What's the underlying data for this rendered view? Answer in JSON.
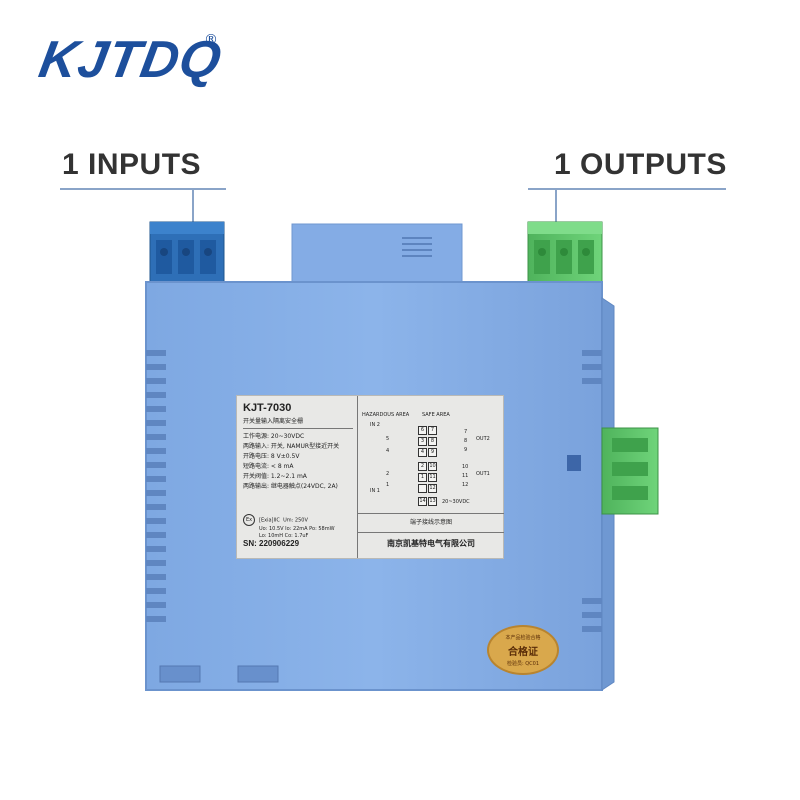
{
  "brand": {
    "logo_text": "KJTDQ",
    "registered_mark": "®"
  },
  "callouts": {
    "inputs": "1 INPUTS",
    "outputs": "1 OUTPUTS"
  },
  "colors": {
    "housing": "#86aee6",
    "input_terminal": "#2d6fb8",
    "output_terminal": "#5ec46a",
    "logo": "#1d4f9c",
    "callout_text": "#333333",
    "qc_sticker": "#d9a84c"
  },
  "label": {
    "model": "KJT-7030",
    "name": "开关量输入隔离安全栅",
    "specs": [
      "工作电源: 20~30VDC",
      "两路输入: 开关, NAMUR型接近开关",
      "开路电压: 8 V±0.5V",
      "短路电流: < 8 mA",
      "开关阀值: 1.2~2.1 mA",
      "两路输出: 继电器触点(24VDC, 2A)"
    ],
    "ex_marking": "[Exia]IIC",
    "ex_params_line1": "Um: 250V",
    "ex_params_line2": "Uo: 10.5V   Io: 22mA   Po: 58mW",
    "ex_params_line3": "Lo: 10mH   Co: 1.7uF",
    "serial": "SN: 220906229",
    "hazardous_area": "HAZARDOUS AREA",
    "safe_area": "SAFE AREA",
    "in2": "IN 2",
    "in1": "IN 1",
    "out2": "OUT2",
    "out1": "OUT1",
    "power": "20~30VDC",
    "terminals_top": [
      "6",
      "7",
      "3",
      "8",
      "4",
      "9"
    ],
    "terminals_bottom": [
      "2",
      "10",
      "1",
      "11",
      "",
      "12"
    ],
    "terminals_power": [
      "14",
      "13"
    ],
    "pin_labels": {
      "p5": "5",
      "p4": "4",
      "p2": "2",
      "p1": "1",
      "o7": "7",
      "o8": "8",
      "o9": "9",
      "o10": "10",
      "o11": "11",
      "o12": "12"
    },
    "diagram_title": "端子接线示意图",
    "company": "南京凯基特电气有限公司"
  },
  "qc_sticker": {
    "top": "本产品检验合格",
    "main": "合格证",
    "bottom": "检验员: QC01"
  }
}
